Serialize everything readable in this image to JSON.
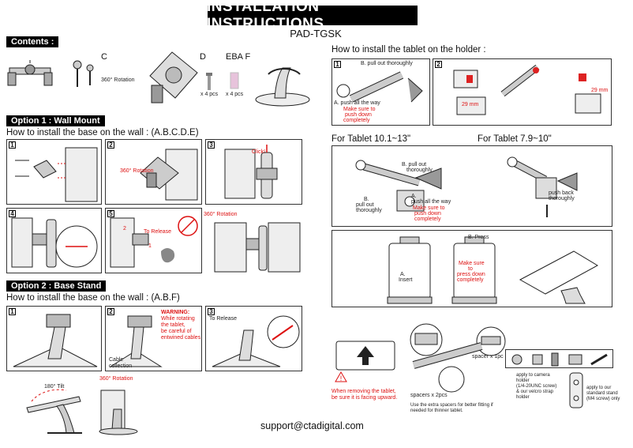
{
  "header": {
    "title": "INSTALLATION INSTRUCTIONS",
    "model": "PAD-TGSK"
  },
  "contents": {
    "label": "Contents :",
    "letters": {
      "c": "C",
      "d": "D",
      "ebaf": "EBA F"
    },
    "rotation": "360° Rotation",
    "qty_screws_1": "x 4 pcs",
    "qty_screws_2": "x 4 pcs"
  },
  "option1": {
    "label": "Option 1 : Wall Mount",
    "heading": "How to install the base on the wall : (A.B.C.D.E)",
    "steps": [
      "1",
      "2",
      "3",
      "4",
      "5"
    ],
    "rotation": "360° Rotation",
    "rotation_b": "360° Rotation",
    "click": "Click!",
    "to_release": "To Release",
    "circle_1": "1",
    "circle_2": "2"
  },
  "option2": {
    "label": "Option 2 : Base Stand",
    "heading": "How to install the base on the wall : (A.B.F)",
    "steps": [
      "1",
      "2",
      "3"
    ],
    "warning_title": "WARNING:",
    "warning_lines": [
      "While rotating",
      "the tablet,",
      "be careful of",
      "entwined cables"
    ],
    "cable_collection_1": "Cable",
    "cable_collection_2": "collection",
    "to_release": "To Release",
    "tilt": "180° Tilt",
    "rotation": "360° Rotation"
  },
  "tablet": {
    "heading": "How to install the tablet on the holder :",
    "steps": [
      "1",
      "2"
    ],
    "pull_out": "B. pull out thoroughly",
    "push_all": "A. push all the way",
    "make_sure": [
      "Make sure to",
      "push down",
      "completely"
    ],
    "size_a": "29 mm",
    "size_b": "29 mm"
  },
  "large": {
    "heading": "For Tablet 10.1~13\"",
    "b_pull": [
      "B. pull out",
      "thoroughly"
    ],
    "b_pull_left": [
      "B.",
      "pull out",
      "thoroughly"
    ],
    "a_push": [
      "A.",
      "push all the way"
    ],
    "make_sure": [
      "Make sure to",
      "push down",
      "completely"
    ]
  },
  "small": {
    "heading": "For Tablet 7.9~10\"",
    "push_back": [
      "push back",
      "thoroughly"
    ]
  },
  "insert": {
    "b_press": "B. Press",
    "a_insert": [
      "A.",
      "Insert"
    ],
    "make_sure": [
      "Make sure",
      "to",
      "press down",
      "completely"
    ]
  },
  "bottom": {
    "remove_note": [
      "When removing the tablet,",
      "be sure it is facing upward."
    ],
    "spacer_1": "spacer x 1pc",
    "spacers_2": "spacers x 2pcs",
    "spacer_note": [
      "Use the extra spacers for better fitting if",
      "needed for thinner tablet."
    ],
    "camera_note": [
      "apply to camera",
      "holder",
      "(1/4-20UNC screw)",
      "& our velcro strap",
      "holder"
    ],
    "stand_note": [
      "apply to our",
      "standard stand",
      "(M4 screw) only"
    ]
  },
  "footer": {
    "email": "support@ctadigital.com"
  }
}
